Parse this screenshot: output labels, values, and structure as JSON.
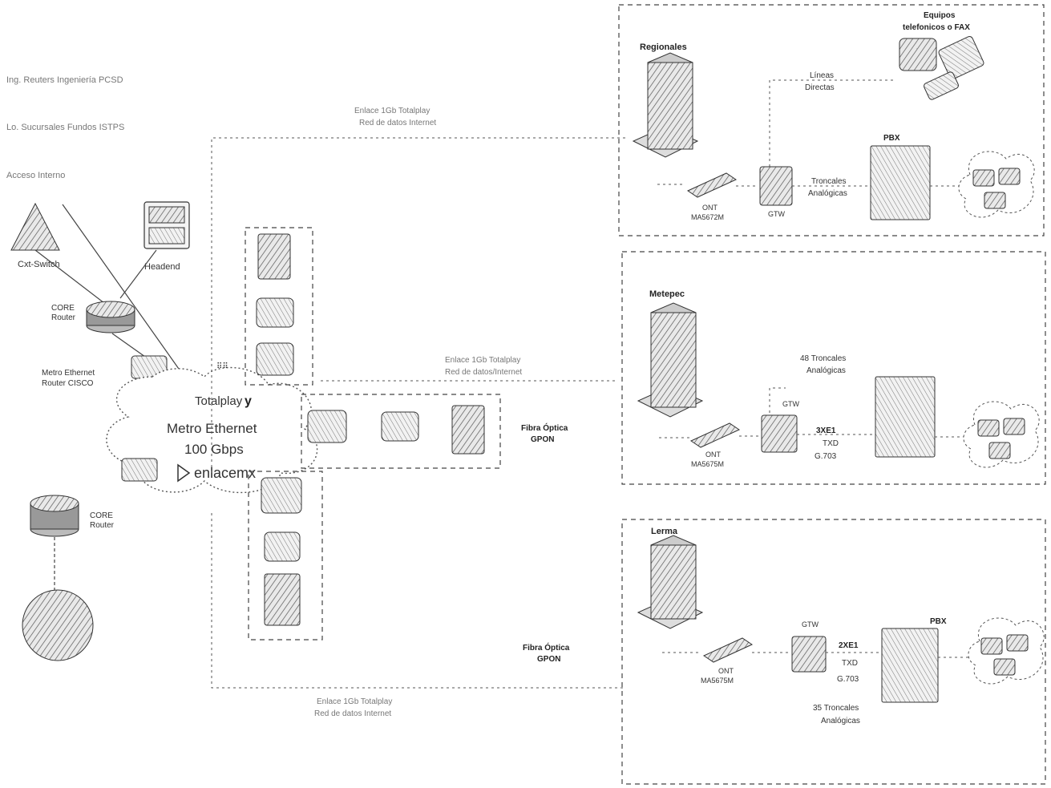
{
  "left_notes": {
    "line1": "Ing. Reuters Ingeniería PCSD",
    "line2": "Lo. Sucursales Fundos ISTPS",
    "line3": "Acceso Interno"
  },
  "core_left": {
    "firewall_label": "Cxt-Switch",
    "headend_label": "Headend",
    "core_router_label_1": "CORE",
    "core_router_label_2": "Router",
    "metro_router_label_1": "Metro Ethernet",
    "metro_router_label_2": "Router CISCO",
    "core_router2_label_1": "CORE",
    "core_router2_label_2": "Router"
  },
  "cloud": {
    "brand_top": "Totalplay",
    "brand_top_suffix": "y",
    "line1": "Metro Ethernet",
    "line2": "100 Gbps",
    "brand_bottom": "enlacemx"
  },
  "links": {
    "top_label_1": "Enlace 1Gb Totalplay",
    "top_label_2": "Red de datos Internet",
    "middle_label_1": "Enlace 1Gb Totalplay",
    "middle_label_2": "Red de datos/Internet",
    "bottom_label_1": "Enlace 1Gb Totalplay",
    "bottom_label_2": "Red de datos Internet",
    "fibra_1_line1": "Fibra Óptica",
    "fibra_1_line2": "GPON",
    "fibra_2_line1": "Fibra Óptica",
    "fibra_2_line2": "GPON"
  },
  "site_regionales": {
    "title": "Regionales",
    "equipos_line1": "Equipos",
    "equipos_line2": "telefonicos o FAX",
    "lineas_line1": "Líneas",
    "lineas_line2": "Directas",
    "pbx": "PBX",
    "troncales_line1": "Troncales",
    "troncales_line2": "Analógicas",
    "ont_line1": "ONT",
    "ont_line2": "MA5672M",
    "gtw": "GTW"
  },
  "site_metepec": {
    "title": "Metepec",
    "troncales_line1": "48 Troncales",
    "troncales_line2": "Analógicas",
    "gtw": "GTW",
    "e1_line1": "3XE1",
    "e1_line2": "TXD",
    "e1_line3": "G.703",
    "ont_line1": "ONT",
    "ont_line2": "MA5675M"
  },
  "site_lerma": {
    "title": "Lerma",
    "gtw": "GTW",
    "pbx": "PBX",
    "e1_line1": "2XE1",
    "e1_line2": "TXD",
    "e1_line3": "G.703",
    "troncales_line1": "35 Troncales",
    "troncales_line2": "Analógicas",
    "ont_line1": "ONT",
    "ont_line2": "MA5675M"
  }
}
